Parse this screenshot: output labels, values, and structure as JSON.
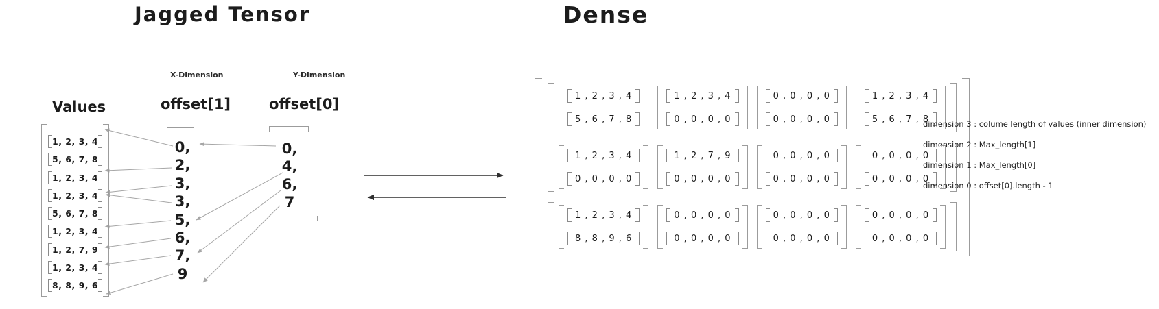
{
  "colors": {
    "ink": "#1c1c1c",
    "bracket": "#9c9c9c",
    "arrow": "#a6a6a6",
    "dark_arrow": "#2f2f2f",
    "background": "#ffffff"
  },
  "jagged": {
    "title": "Jagged Tensor",
    "values_label": "Values",
    "x_dimension_label": "X-Dimension",
    "y_dimension_label": "Y-Dimension",
    "offset1_label": "offset[1]",
    "offset0_label": "offset[0]",
    "values_rows": [
      "1, 2, 3, 4",
      "5, 6, 7, 8",
      "1, 2, 3, 4",
      "1, 2, 3, 4",
      "5, 6, 7, 8",
      "1, 2, 3, 4",
      "1, 2, 7, 9",
      "1, 2, 3, 4",
      "8, 8, 9, 6"
    ],
    "offset1_values": [
      "0,",
      "2,",
      "3,",
      "3,",
      "5,",
      "6,",
      "7,",
      "9"
    ],
    "offset0_values": [
      "0,",
      "4,",
      "6,",
      "7"
    ]
  },
  "dense": {
    "title": "Dense",
    "blocks": [
      [
        [
          "1 , 2 , 3 , 4",
          "5 , 6 , 7 , 8"
        ],
        [
          "1 , 2 , 3 , 4",
          "0 , 0 , 0 , 0"
        ],
        [
          "0 , 0 , 0 , 0",
          "0 , 0 , 0 , 0"
        ],
        [
          "1 , 2 , 3 , 4",
          "5 , 6 , 7 , 8"
        ]
      ],
      [
        [
          "1 , 2 , 3 , 4",
          "0 , 0 , 0 , 0"
        ],
        [
          "1 , 2 , 7 , 9",
          "0 , 0 , 0 , 0"
        ],
        [
          "0 , 0 , 0 , 0",
          "0 , 0 , 0 , 0"
        ],
        [
          "0 , 0 , 0 , 0",
          "0 , 0 , 0 , 0"
        ]
      ],
      [
        [
          "1 , 2 , 3 , 4",
          "8 , 8 , 9 , 6"
        ],
        [
          "0 , 0 , 0 , 0",
          "0 , 0 , 0 , 0"
        ],
        [
          "0 , 0 , 0 , 0",
          "0 , 0 , 0 , 0"
        ],
        [
          "0 , 0 , 0 , 0",
          "0 , 0 , 0 , 0"
        ]
      ]
    ]
  },
  "annotations": [
    "dimension 3 : colume length of values (inner dimension)",
    "dimension 2 : Max_length[1]",
    "dimension 1  : Max_length[0]",
    "dimension 0 : offset[0].length - 1"
  ]
}
